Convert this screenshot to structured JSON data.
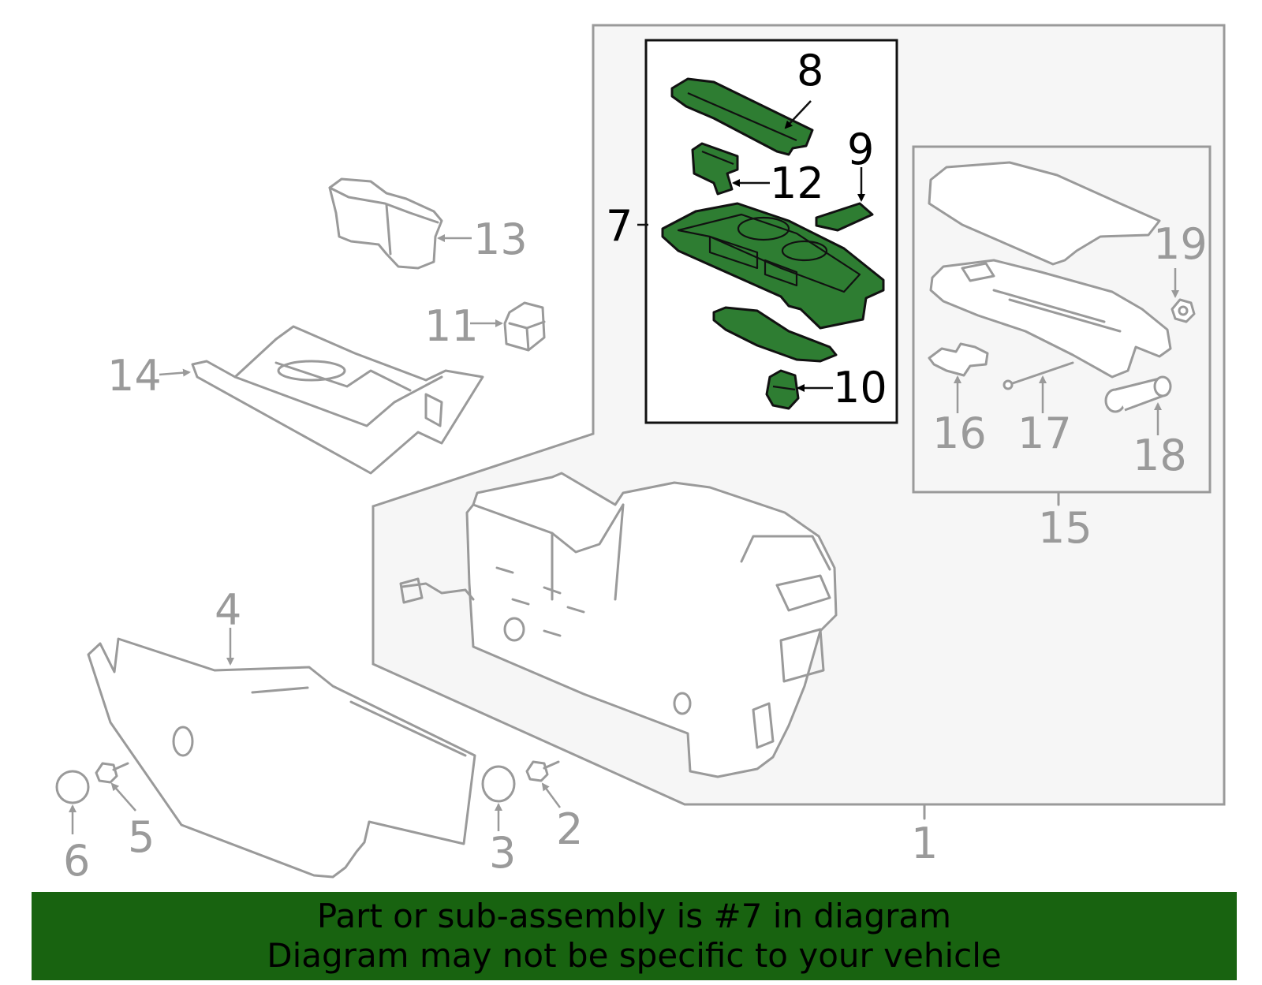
{
  "callouts": {
    "c1": "1",
    "c2": "2",
    "c3": "3",
    "c4": "4",
    "c5": "5",
    "c6": "6",
    "c7": "7",
    "c8": "8",
    "c9": "9",
    "c10": "10",
    "c11": "11",
    "c12": "12",
    "c13": "13",
    "c14": "14",
    "c15": "15",
    "c16": "16",
    "c17": "17",
    "c18": "18",
    "c19": "19"
  },
  "highlighted_part": "7",
  "colors": {
    "highlight": "#2e7d32",
    "banner": "#186310",
    "outline_gray": "#9a9a9a",
    "panel_bg": "#f6f6f6"
  },
  "banner": {
    "line1": "Part or sub-assembly is #7 in diagram",
    "line2": "Diagram may not be specific to your vehicle"
  }
}
